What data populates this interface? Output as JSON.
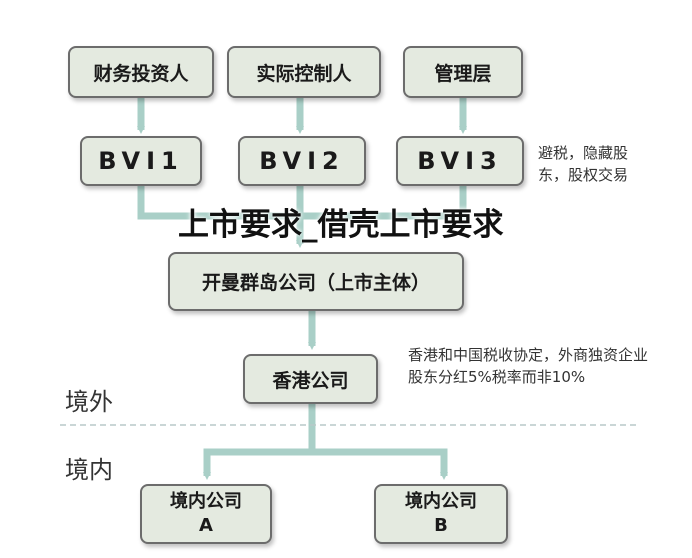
{
  "diagram": {
    "top_row": [
      {
        "label": "财务投资人"
      },
      {
        "label": "实际控制人"
      },
      {
        "label": "管理层"
      }
    ],
    "bvi_row": [
      {
        "label": "BVI1"
      },
      {
        "label": "BVI2"
      },
      {
        "label": "BVI3"
      }
    ],
    "bvi_note": "避税，隐藏股东，股权交易",
    "cayman": {
      "label": "开曼群岛公司（上市主体）"
    },
    "hk": {
      "label": "香港公司"
    },
    "hk_note": "香港和中国税收协定，外商独资企业股东分红5%税率而非10%",
    "regions": {
      "outside": "境外",
      "inside": "境内"
    },
    "domestic": [
      {
        "line1": "境内公司",
        "line2": "A"
      },
      {
        "line1": "境内公司",
        "line2": "B"
      }
    ],
    "overlay_title": "上市要求_借壳上市要求",
    "colors": {
      "arrow": "#a9cfc7",
      "box_fill": "#e4eae0",
      "box_border": "#6c6c6c",
      "divider": "#b8c8c8"
    }
  }
}
